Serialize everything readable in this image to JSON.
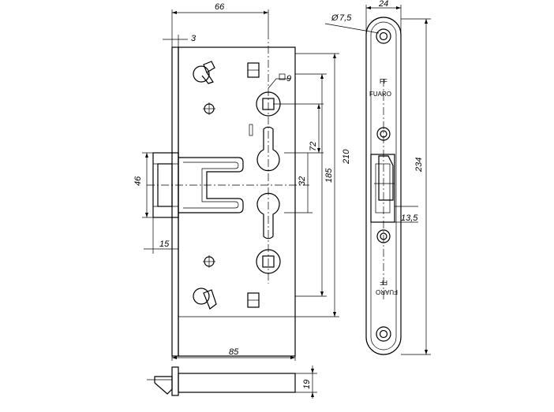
{
  "dimensions": {
    "width_66": "66",
    "offset_3": "3",
    "square_9": "9",
    "height_72": "72",
    "height_185": "185",
    "height_210": "210",
    "height_234": "234",
    "width_24": "24",
    "diameter_7_5": "7,5",
    "height_46": "46",
    "height_32": "32",
    "width_15": "15",
    "width_85": "85",
    "width_13_5": "13,5",
    "depth_19": "19"
  },
  "symbols": {
    "diameter": "Ø"
  },
  "brand": {
    "name": "FUARO",
    "mark": "FF"
  }
}
